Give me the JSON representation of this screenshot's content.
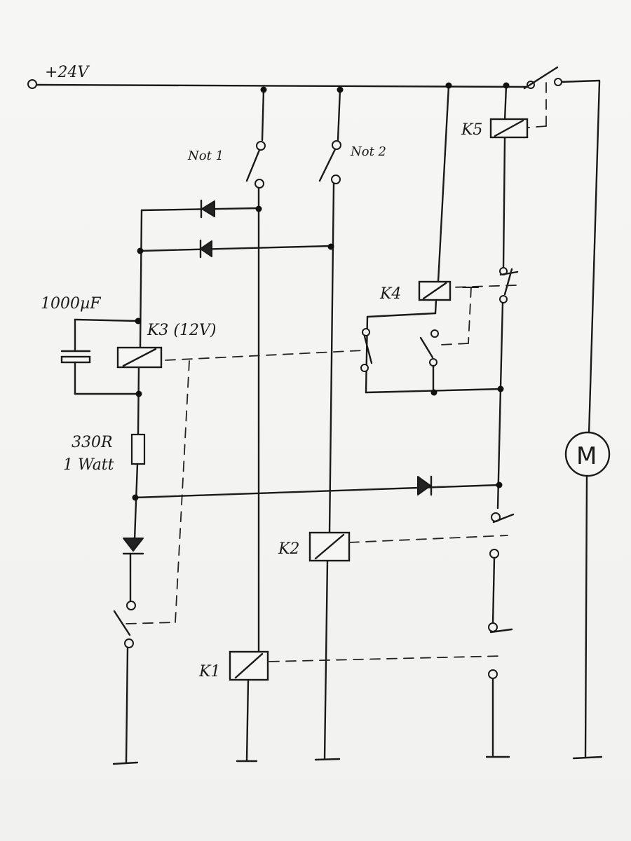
{
  "labels": {
    "supply": "+24V",
    "not1": "Not 1",
    "not2": "Not 2",
    "k5": "K5",
    "k4": "K4",
    "k3": "K3 (12V)",
    "k2": "K2",
    "k1": "K1",
    "capacitor": "1000µF",
    "resistor_value": "330R",
    "resistor_power": "1 Watt",
    "motor": "M"
  },
  "colors": {
    "ink": "#1a1a1a",
    "paper": "#f4f4f2"
  }
}
